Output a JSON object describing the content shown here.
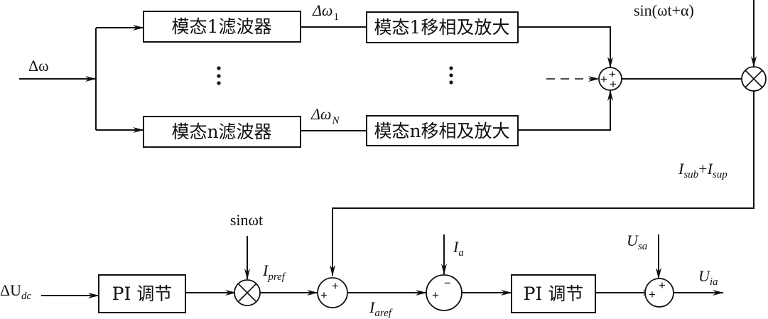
{
  "diagram": {
    "type": "control-block-diagram",
    "input": {
      "label": "Δω"
    },
    "filters": [
      {
        "label": "模态1滤波器",
        "output_label": "Δω",
        "output_sub": "1"
      },
      {
        "label": "模态n滤波器",
        "output_label": "Δω",
        "output_sub": "N"
      }
    ],
    "phase_shifters": [
      {
        "label": "模态1移相及放大"
      },
      {
        "label": "模态n移相及放大"
      }
    ],
    "ellipsis": "⋮",
    "modal_sum": {
      "signs": [
        "+",
        "+",
        "+"
      ]
    },
    "carrier": {
      "label": "sin(ωt+α)"
    },
    "feedback_label": {
      "a": "I",
      "a_sub": "sub",
      "plus": "+",
      "b": "I",
      "b_sub": "sup"
    },
    "bottom": {
      "input": {
        "prefix": "ΔU",
        "sub": "dc"
      },
      "pi1": {
        "label": "PI 调节"
      },
      "sin_input": {
        "label": "sinωt"
      },
      "ipref": {
        "main": "I",
        "sub": "pref"
      },
      "sum1": {
        "signs": [
          "+",
          "+"
        ]
      },
      "iaref": {
        "main": "I",
        "sub": "aref"
      },
      "ia": {
        "main": "I",
        "sub": "a"
      },
      "sum2": {
        "signs": [
          "+",
          "−"
        ]
      },
      "pi2": {
        "label": "PI 调节"
      },
      "usa": {
        "main": "U",
        "sub": "sa"
      },
      "sum3": {
        "signs": [
          "+",
          "+"
        ]
      },
      "output": {
        "main": "U",
        "sub": "ia"
      }
    }
  }
}
